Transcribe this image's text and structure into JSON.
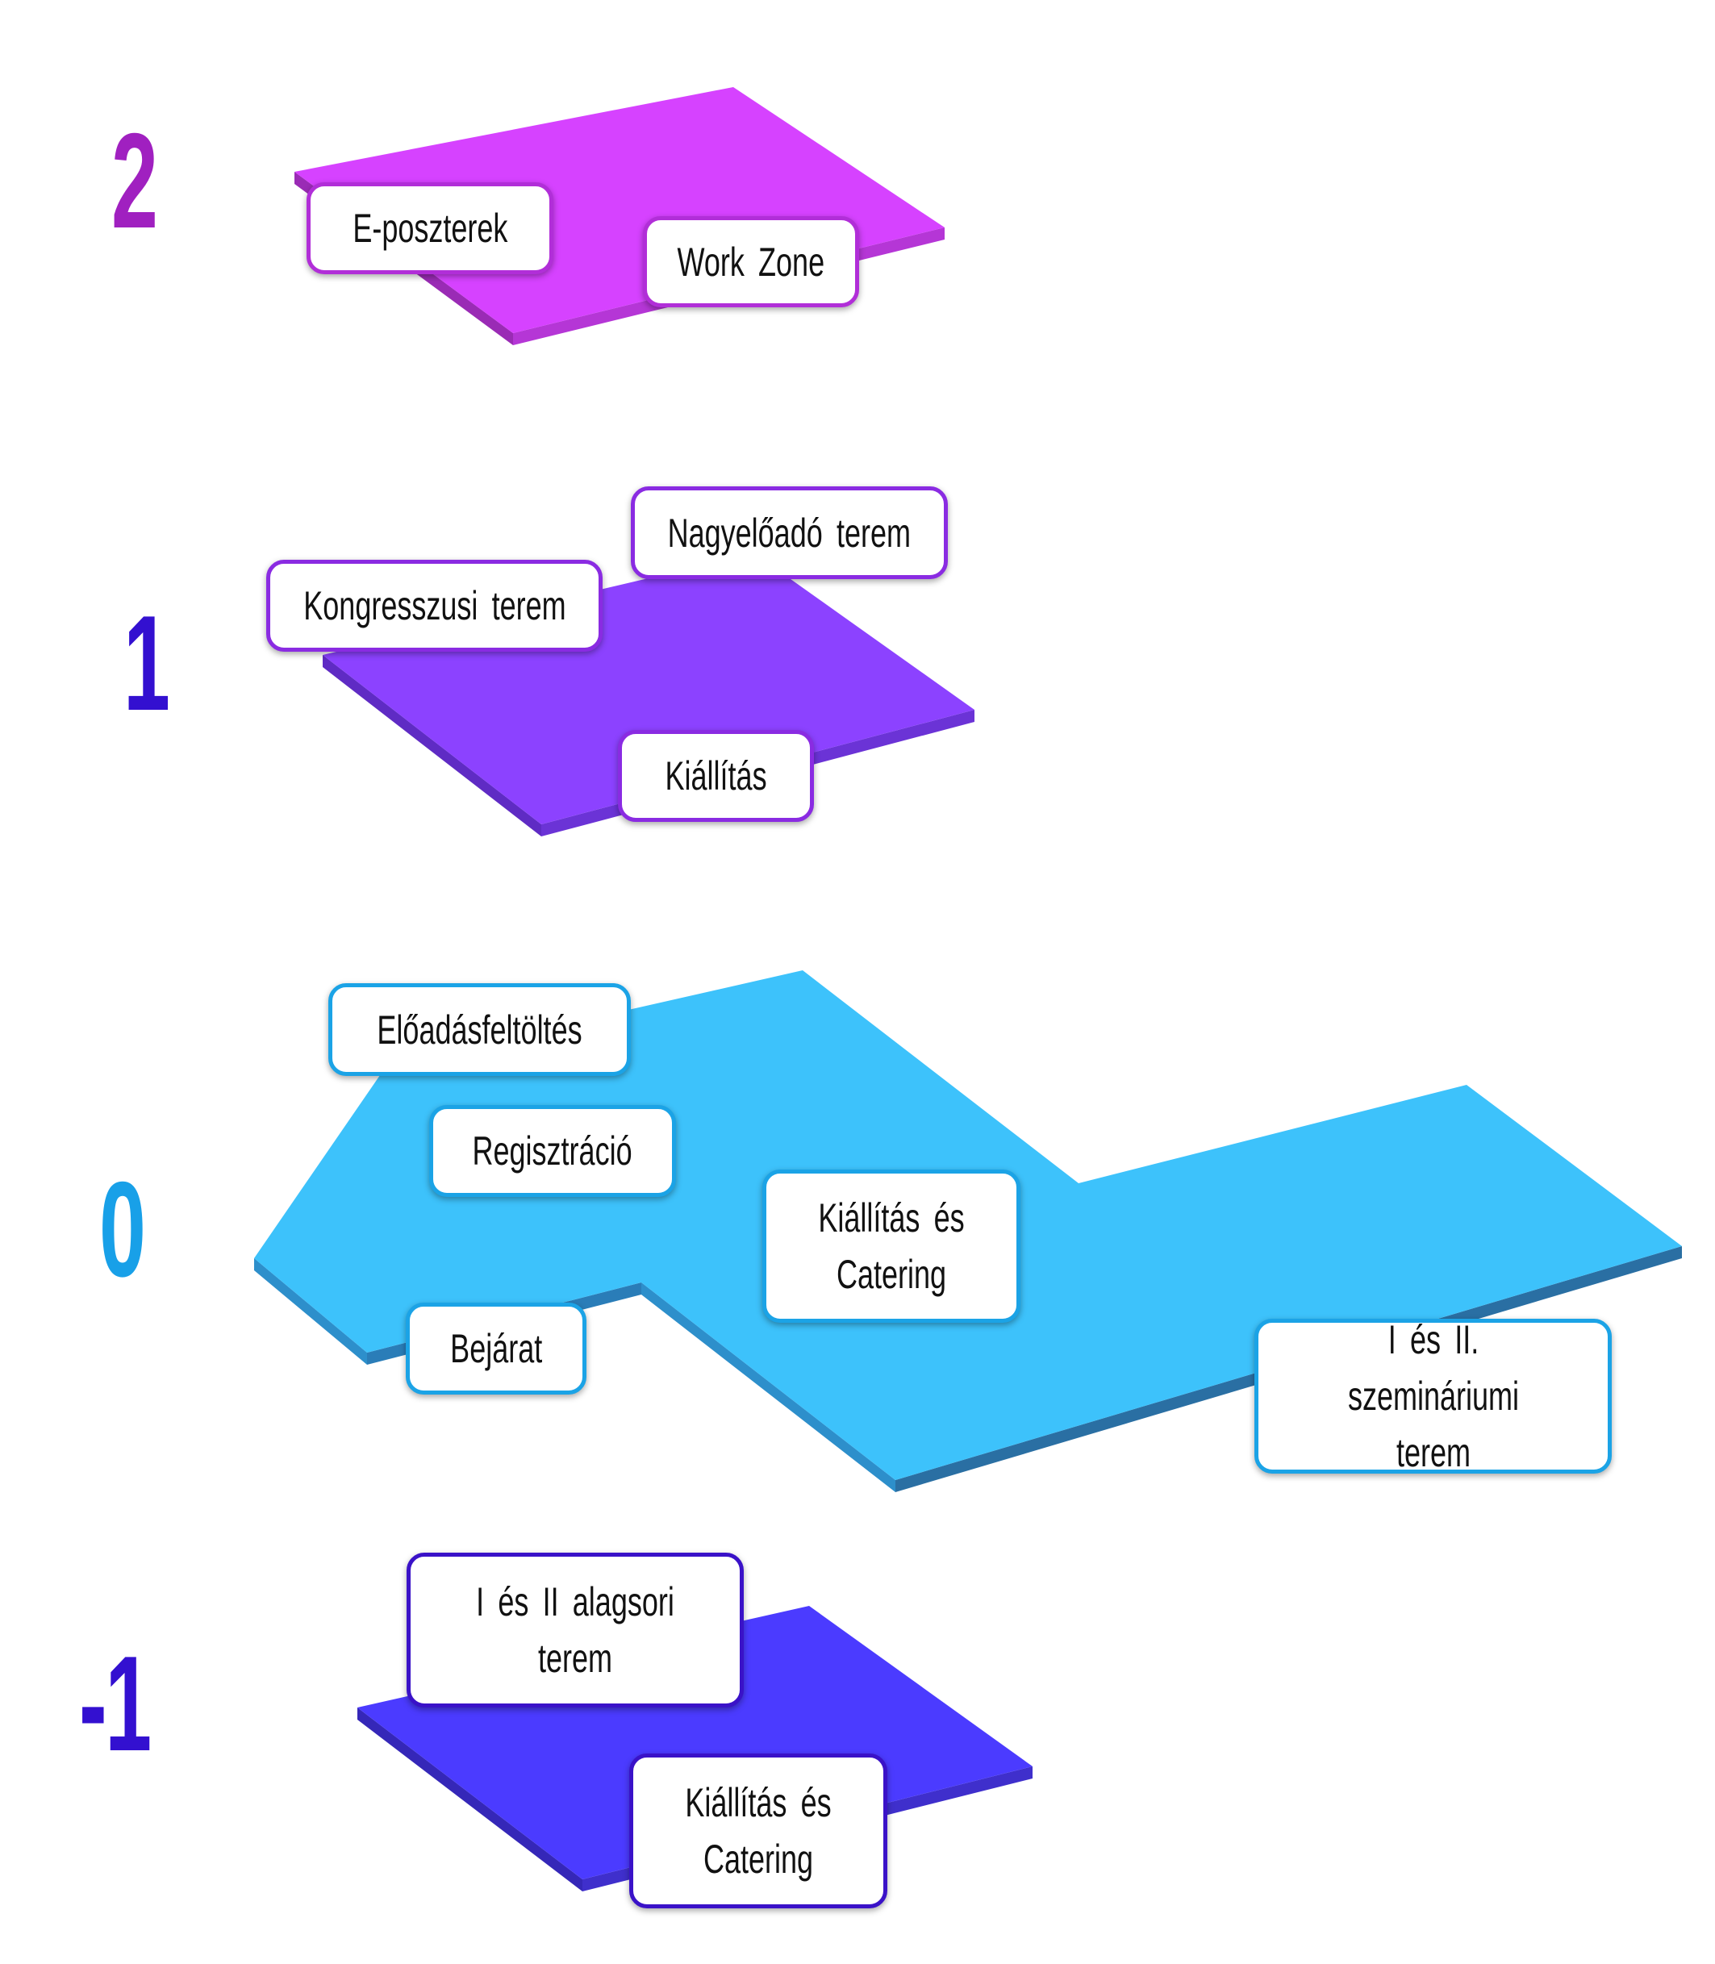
{
  "floors": {
    "floor2": {
      "number": "2",
      "color": "#A020C0",
      "slab_top": "#D642FF",
      "slab_side": "#9A2BB5",
      "label_border": "#B12ED8",
      "rooms": {
        "e_poszterek": "E-poszterek",
        "work_zone": "Work Zone"
      }
    },
    "floor1": {
      "number": "1",
      "color": "#3310D0",
      "slab_top": "#8C42FF",
      "slab_side": "#5F2BC4",
      "label_border": "#8A2BE2",
      "rooms": {
        "nagyeloado": "Nagyelőadó terem",
        "kongresszusi": "Kongresszusi terem",
        "kiallitas": "Kiállítás"
      }
    },
    "floor0": {
      "number": "0",
      "color": "#18A0E8",
      "slab_top": "#3DC2FB",
      "slab_side": "#2D7FB8",
      "label_border": "#1BA3E6",
      "rooms": {
        "eloadasfeltoltes": "Előadásfeltöltés",
        "regisztracio": "Regisztráció",
        "kiallitas_catering": "Kiállítás és Catering",
        "bejarat": "Bejárat",
        "szeminariumi": "I és II. szemináriumi terem"
      }
    },
    "floor_minus1": {
      "number": "-1",
      "color": "#3310D0",
      "slab_top": "#4B3BFF",
      "slab_side": "#3527B8",
      "label_border": "#3A12C8",
      "rooms": {
        "alagsori": "I és II alagsori terem",
        "kiallitas_catering": "Kiállítás és Catering"
      }
    }
  }
}
